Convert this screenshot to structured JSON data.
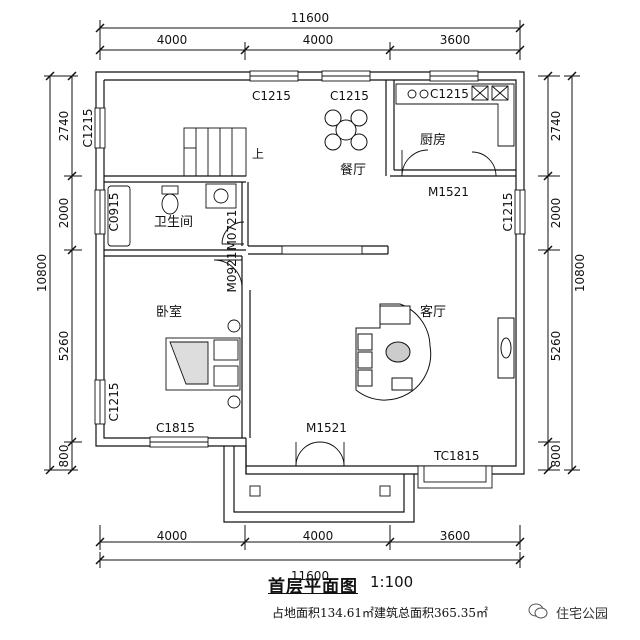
{
  "dims": {
    "overall": "11600",
    "top": [
      "4000",
      "4000",
      "3600"
    ],
    "bottom": [
      "4000",
      "4000",
      "3600"
    ],
    "overall_bottom": "11600",
    "left": [
      "2740",
      "2000",
      "5260",
      "800"
    ],
    "left_total": "10800",
    "right": [
      "2740",
      "2000",
      "5260",
      "800"
    ],
    "right_total": "10800"
  },
  "openings": {
    "w_top1": "C1215",
    "w_top2": "C1215",
    "w_kitchen": "C1215",
    "w_left_top": "C1215",
    "w_bath": "C0915",
    "w_right": "C1215",
    "w_left_bed": "C1215",
    "w_bed_bottom": "C1815",
    "door_kitchen": "M1521",
    "door_bath": "M0721",
    "door_bed": "M0921",
    "door_entry": "M1521",
    "w_bottom_right": "TC1815"
  },
  "rooms": {
    "dining": "餐厅",
    "kitchen": "厨房",
    "bathroom": "卫生间",
    "bedroom": "卧室",
    "living": "客厅",
    "stair_up": "上"
  },
  "footer": {
    "title": "首层平面图",
    "scale": "1:100",
    "area": "占地面积134.61㎡建筑总面积365.35㎡",
    "watermark": "住宅公园"
  }
}
